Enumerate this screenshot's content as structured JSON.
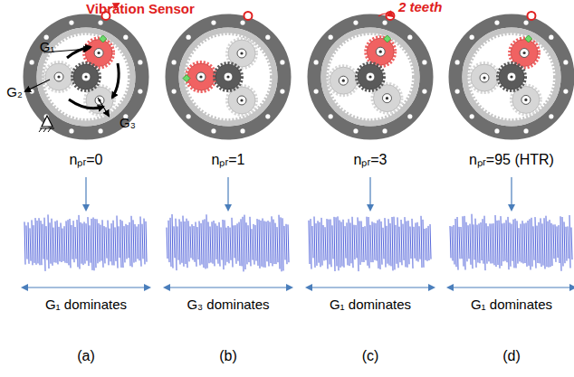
{
  "diagram": {
    "labels": [
      "Vibration Sensor",
      "G₁",
      "G₂",
      "G₃",
      "2 teeth",
      "nₚᵣ=0",
      "nₚᵣ=1",
      "nₚᵣ=3",
      "nₚᵣ=95 (HTR)",
      "G₁ dominates",
      "G₃ dominates",
      "G₁ dominates",
      "G₁ dominates",
      "(a)",
      "(b)",
      "(c)",
      "(d)"
    ]
  }
}
